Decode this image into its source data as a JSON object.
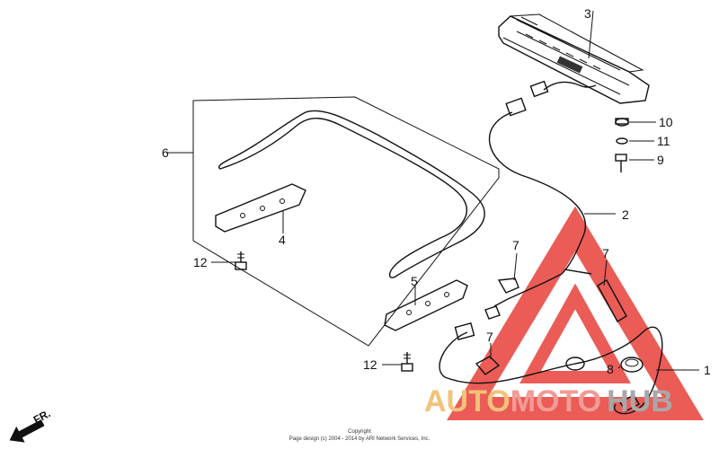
{
  "callouts": {
    "c1": "1",
    "c2": "2",
    "c3": "3",
    "c4": "4",
    "c5": "5",
    "c6": "6",
    "c7a": "7",
    "c7b": "7",
    "c7c": "7",
    "c8": "8",
    "c9": "9",
    "c10": "10",
    "c11": "11",
    "c12a": "12",
    "c12b": "12"
  },
  "direction": "FR.",
  "copyright": {
    "line1": "Copyright",
    "line2": "Page design (c) 2004 - 2014 by ARI Network Services, Inc."
  },
  "watermark": {
    "part1": "AUTO",
    "part2": "MOTO",
    "part3": "HUB",
    "colors": {
      "auto": "#f3c27a",
      "moto": "#f29b96",
      "hub": "#a8a8a8",
      "triangle": "#e8403a"
    }
  }
}
